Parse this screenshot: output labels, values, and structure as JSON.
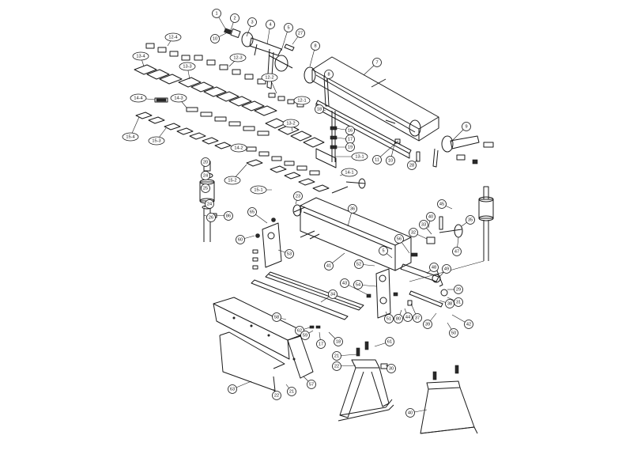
{
  "diagram": {
    "type": "exploded parts diagram",
    "callouts": [
      "1",
      "2",
      "3",
      "4",
      "5",
      "27",
      "8",
      "10",
      "7",
      "12-4",
      "12-3",
      "13-4",
      "13-3",
      "12-2",
      "12-1",
      "8",
      "18",
      "14-4",
      "14-3",
      "13-2",
      "16",
      "17",
      "19",
      "13-1",
      "15-4",
      "15-3",
      "14-2",
      "9",
      "11",
      "10",
      "28",
      "20",
      "24",
      "25",
      "15-2",
      "14-1",
      "15-1",
      "23",
      "24",
      "26",
      "86",
      "65",
      "60",
      "53",
      "36",
      "45",
      "40",
      "35",
      "33",
      "32",
      "47",
      "56",
      "5",
      "41",
      "52",
      "48",
      "49",
      "29",
      "31",
      "38",
      "43",
      "54",
      "51",
      "44",
      "80",
      "37",
      "39",
      "42",
      "50",
      "34",
      "58",
      "62",
      "59",
      "17",
      "18",
      "61",
      "21",
      "22",
      "30",
      "63",
      "22",
      "21",
      "57",
      "40"
    ]
  },
  "colors": {
    "line": "#1a1a1a",
    "background": "#ffffff"
  }
}
